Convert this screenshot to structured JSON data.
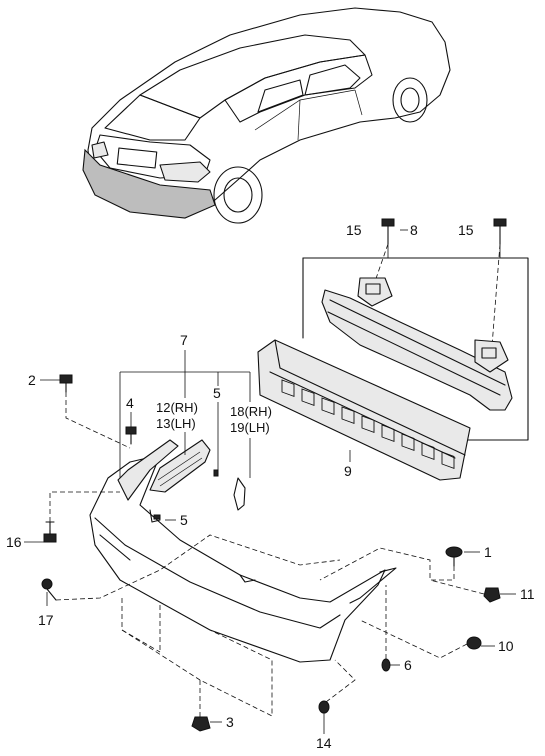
{
  "diagram": {
    "callouts": {
      "c1": "1",
      "c2": "2",
      "c3": "3",
      "c4": "4",
      "c5a": "5",
      "c5b": "5",
      "c6": "6",
      "c7": "7",
      "c8": "8",
      "c9": "9",
      "c10": "10",
      "c11": "11",
      "c12": "12(RH)",
      "c13": "13(LH)",
      "c14": "14",
      "c15a": "15",
      "c15b": "15",
      "c16": "16",
      "c17": "17",
      "c18": "18(RH)",
      "c19": "19(LH)"
    },
    "icons": {
      "vehicle": "sedan-rear-view-icon",
      "bumper_cover": "rear-bumper-cover-icon",
      "reinforcement": "bumper-reinforcement-beam-icon",
      "absorber": "energy-absorber-icon",
      "fasteners": "screw-bolt-clip-icons"
    }
  }
}
